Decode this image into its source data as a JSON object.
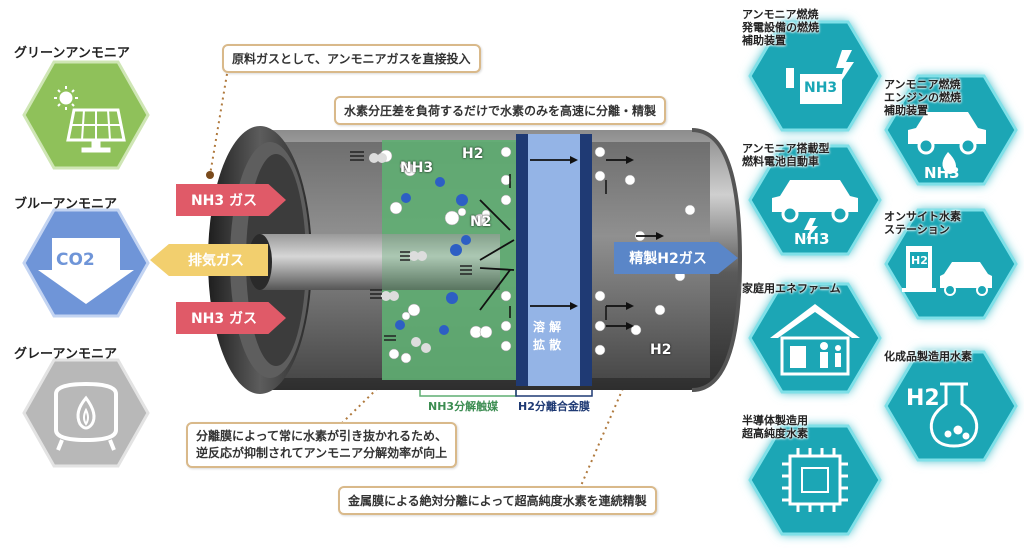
{
  "sources": [
    {
      "label": "グリーンアンモニア",
      "icon": "solar-panel-icon",
      "color": "#8fc15a"
    },
    {
      "label": "ブルーアンモニア",
      "icon": "co2-arrow-icon",
      "color": "#6f95d8",
      "icon_text": "CO2"
    },
    {
      "label": "グレーアンモニア",
      "icon": "flame-furnace-icon",
      "color": "#b8b8b8"
    }
  ],
  "callouts": {
    "feed": "原料ガスとして、アンモニアガスを直接投入",
    "separation": "水素分圧差を負荷するだけで水素のみを高速に分離・精製",
    "equilibrium_line1": "分離膜によって常に水素が引き抜かれるため、",
    "equilibrium_line2": "逆反応が抑制されてアンモニア分解効率が向上",
    "purity": "金属膜による絶対分離によって超高純度水素を連続精製"
  },
  "flows": {
    "nh3_in_top": "NH3 ガス",
    "exhaust": "排気ガス",
    "nh3_in_bottom": "NH3 ガス",
    "purified_h2": "精製H2ガス"
  },
  "reactor": {
    "nh3": "NH3",
    "h2": "H2",
    "n2": "N2",
    "h2_out": "H2",
    "membrane_text_1": "溶 解",
    "membrane_text_2": "拡 散",
    "catalyst_label": "NH3分解触媒",
    "membrane_label": "H2分離合金膜"
  },
  "applications": [
    {
      "label_lines": [
        "アンモニア燃焼",
        "発電設備の燃焼",
        "補助装置"
      ],
      "icon": "power-plant-icon",
      "text": "NH3"
    },
    {
      "label_lines": [
        "アンモニア燃焼",
        "エンジンの燃焼",
        "補助装置"
      ],
      "icon": "car-engine-icon",
      "text": "NH3"
    },
    {
      "label_lines": [
        "アンモニア搭載型",
        "燃料電池自動車"
      ],
      "icon": "fuel-cell-car-icon",
      "text": "NH3"
    },
    {
      "label_lines": [
        "オンサイト水素",
        "ステーション"
      ],
      "icon": "hydrogen-station-icon",
      "text": "H2"
    },
    {
      "label_lines": [
        "家庭用エネファーム"
      ],
      "icon": "house-icon",
      "text": ""
    },
    {
      "label_lines": [
        "化成品製造用水素"
      ],
      "icon": "flask-icon",
      "text": "H2"
    },
    {
      "label_lines": [
        "半導体製造用",
        "超高純度水素"
      ],
      "icon": "chip-icon",
      "text": ""
    }
  ],
  "colors": {
    "app_hex": "#1aa6b5",
    "callout_border": "#d9b98a",
    "nh3_arrow": "#e05a68",
    "exhaust_arrow": "#f2cf6e",
    "h2_arrow": "#5a86c8",
    "catalyst": "#5fae72",
    "membrane": "#94b4e6",
    "membrane_edge": "#1f3a74"
  }
}
